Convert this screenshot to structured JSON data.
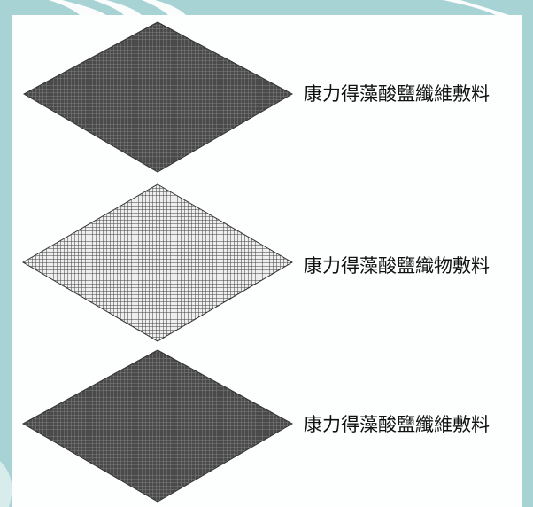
{
  "colors": {
    "frame": "#a8d3d5",
    "layer_dark": "#4a4a4a",
    "layer_light": "#a9a9a9",
    "grid_dark": "#8e8e8e",
    "grid_light": "#eeeeee",
    "text": "#111111"
  },
  "layers": [
    {
      "label": "康力得藻酸鹽纖維敷料",
      "texture": "dark-grid"
    },
    {
      "label": "康力得藻酸鹽織物敷料",
      "texture": "light-mesh"
    },
    {
      "label": "康力得藻酸鹽纖維敷料",
      "texture": "dark-grid"
    }
  ]
}
